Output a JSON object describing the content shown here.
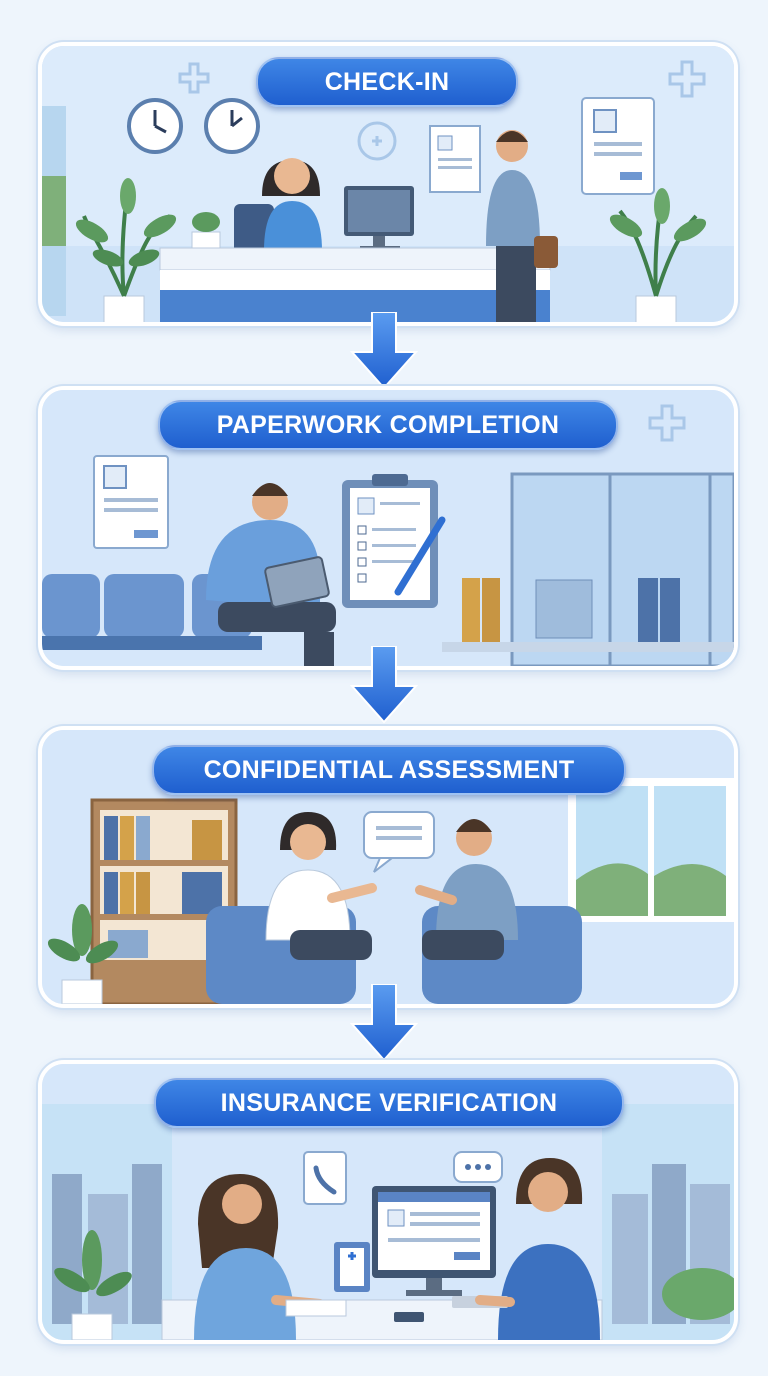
{
  "steps": [
    {
      "label": "CHECK-IN"
    },
    {
      "label": "PAPERWORK COMPLETION"
    },
    {
      "label": "CONFIDENTIAL ASSESSMENT"
    },
    {
      "label": "INSURANCE VERIFICATION"
    }
  ],
  "colors": {
    "accent": "#2a6fd8",
    "panel_background": "#cfe3f8",
    "page_background": "#eef5fc"
  }
}
